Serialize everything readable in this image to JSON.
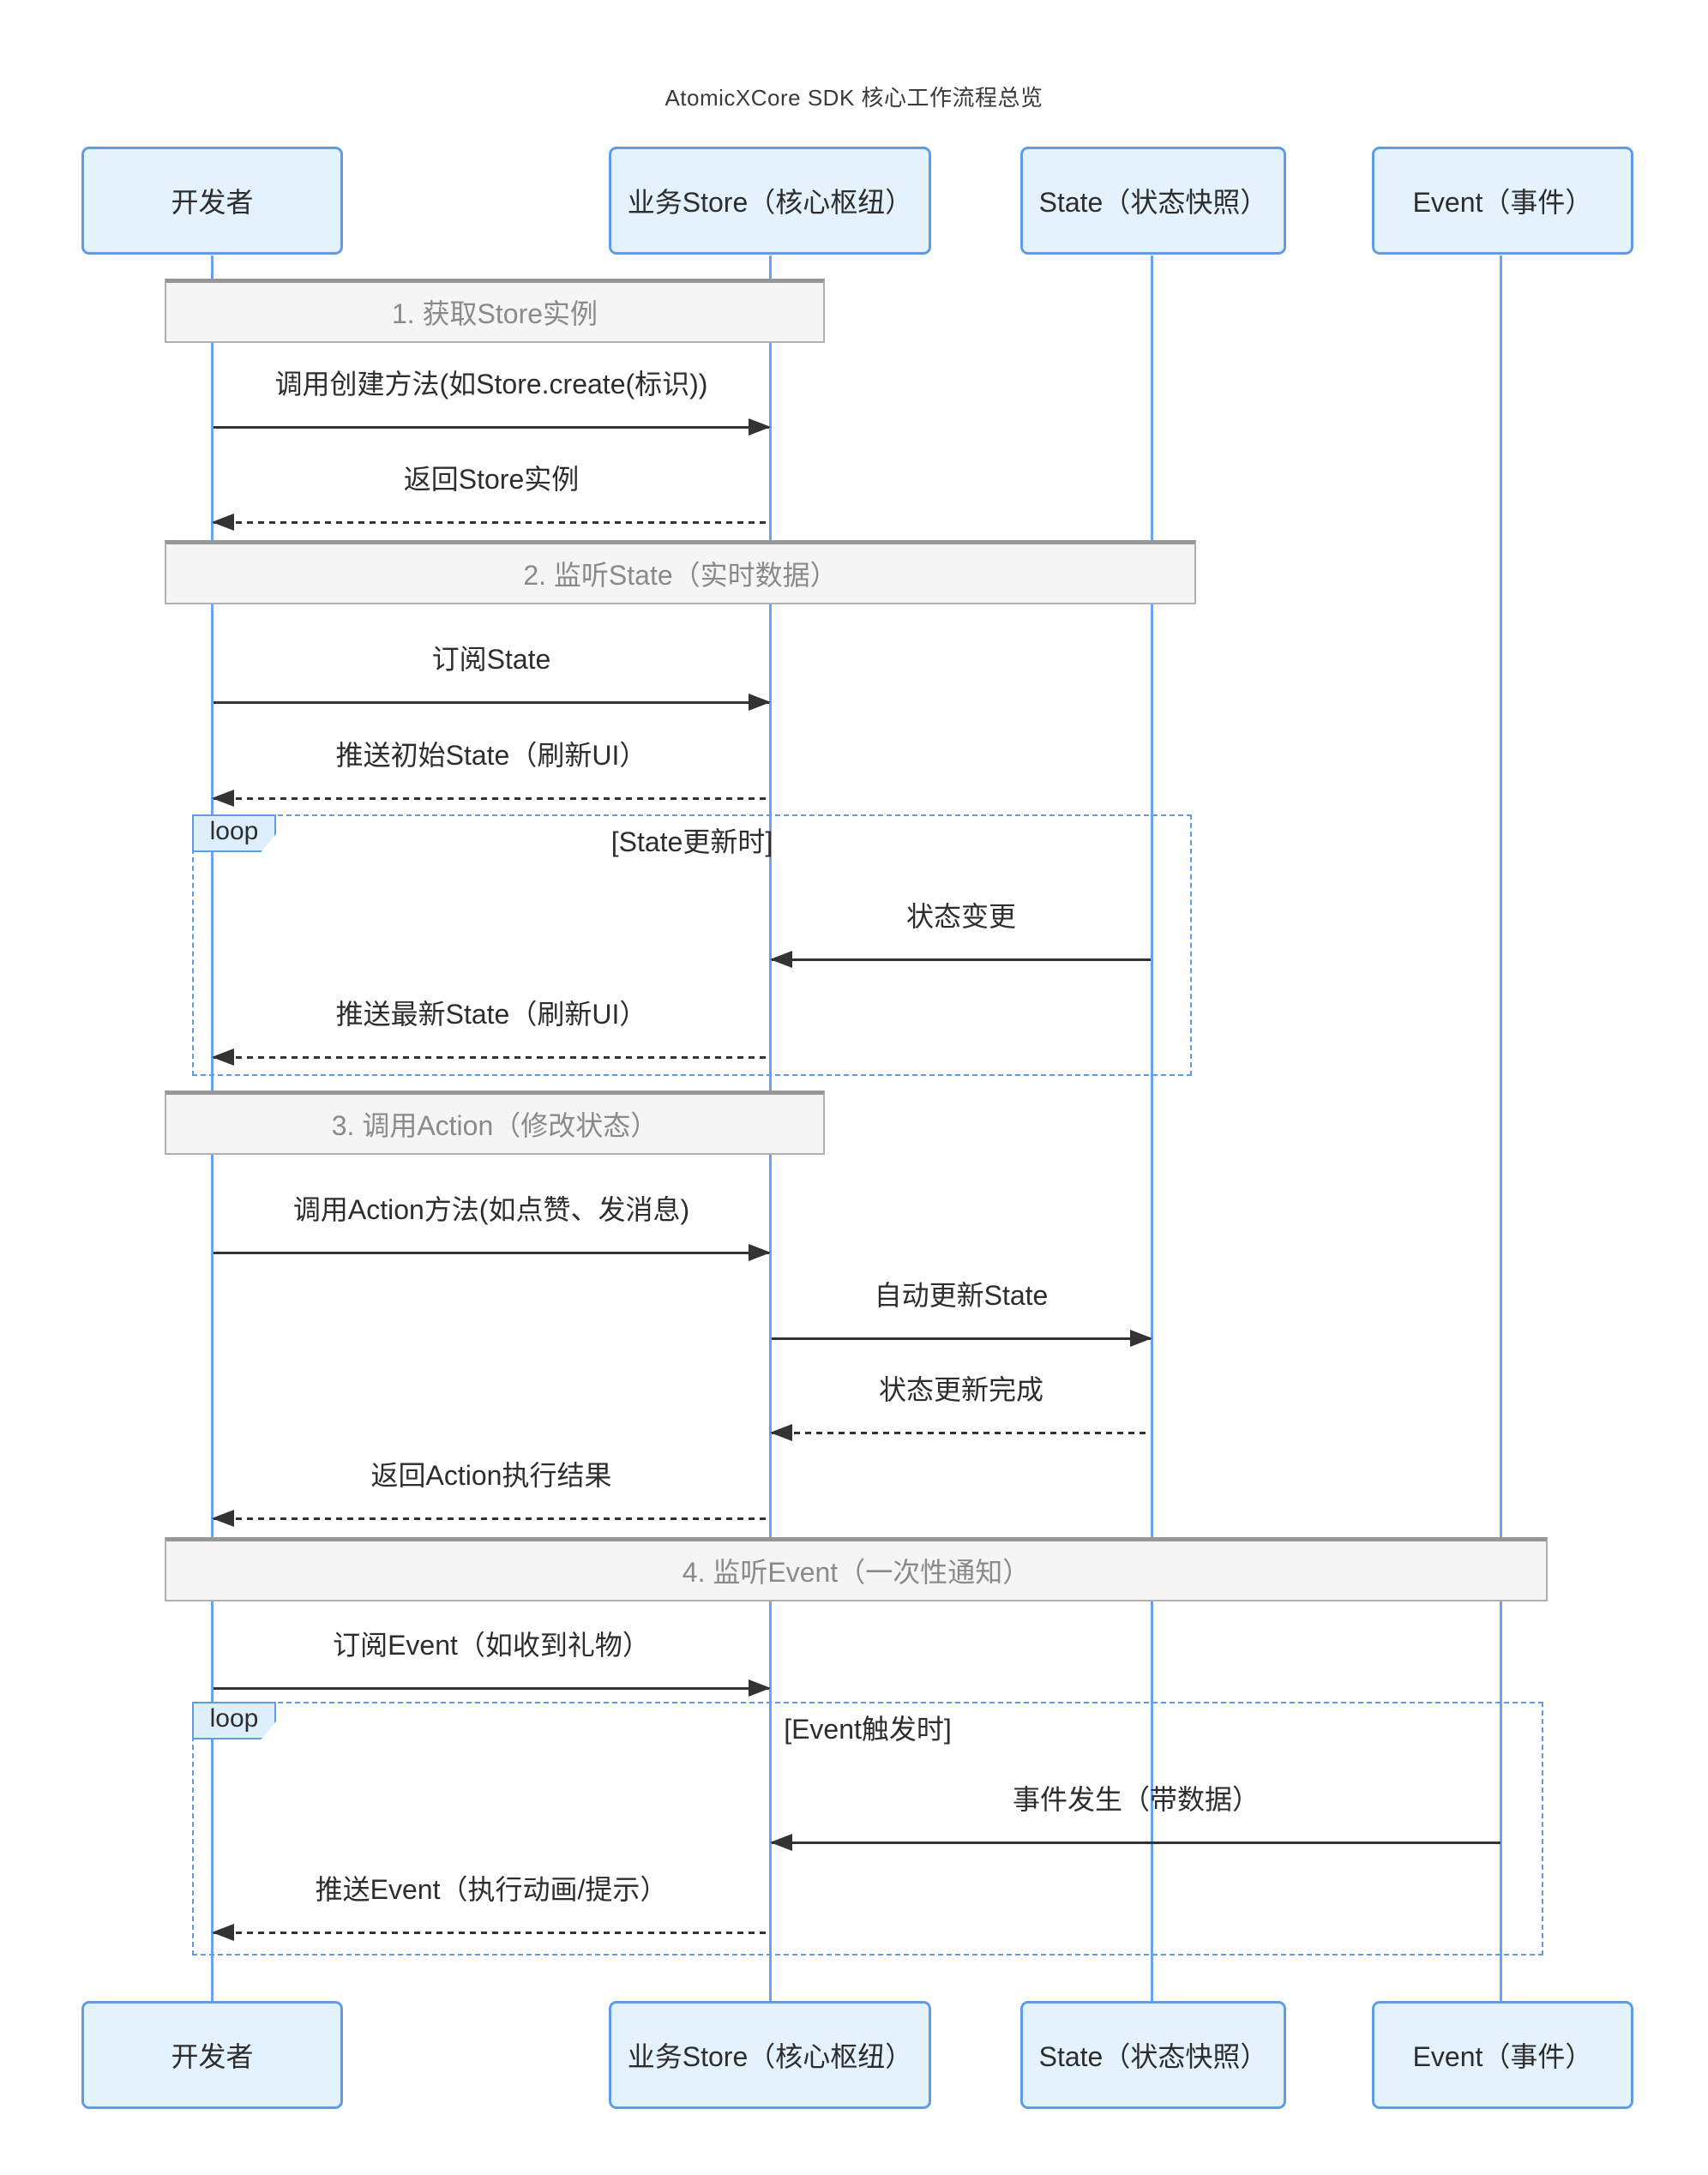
{
  "title": "AtomicXCore SDK 核心工作流程总览",
  "participants": [
    {
      "label": "开发者"
    },
    {
      "label": "业务Store（核心枢纽）"
    },
    {
      "label": "State（状态快照）"
    },
    {
      "label": "Event（事件）"
    }
  ],
  "sections": [
    {
      "label": "1. 获取Store实例"
    },
    {
      "label": "2. 监听State（实时数据）"
    },
    {
      "label": "3. 调用Action（修改状态）"
    },
    {
      "label": "4. 监听Event（一次性通知）"
    }
  ],
  "loops": [
    {
      "label": "loop",
      "condition": "[State更新时]"
    },
    {
      "label": "loop",
      "condition": "[Event触发时]"
    }
  ],
  "messages": [
    {
      "text": "调用创建方法(如Store.create(标识))",
      "from": "开发者",
      "to": "业务Store（核心枢纽）",
      "line": "solid"
    },
    {
      "text": "返回Store实例",
      "from": "业务Store（核心枢纽）",
      "to": "开发者",
      "line": "dashed"
    },
    {
      "text": "订阅State",
      "from": "开发者",
      "to": "业务Store（核心枢纽）",
      "line": "solid"
    },
    {
      "text": "推送初始State（刷新UI）",
      "from": "业务Store（核心枢纽）",
      "to": "开发者",
      "line": "dashed"
    },
    {
      "text": "状态变更",
      "from": "State（状态快照）",
      "to": "业务Store（核心枢纽）",
      "line": "solid"
    },
    {
      "text": "推送最新State（刷新UI）",
      "from": "业务Store（核心枢纽）",
      "to": "开发者",
      "line": "dashed"
    },
    {
      "text": "调用Action方法(如点赞、发消息)",
      "from": "开发者",
      "to": "业务Store（核心枢纽）",
      "line": "solid"
    },
    {
      "text": "自动更新State",
      "from": "业务Store（核心枢纽）",
      "to": "State（状态快照）",
      "line": "solid"
    },
    {
      "text": "状态更新完成",
      "from": "State（状态快照）",
      "to": "业务Store（核心枢纽）",
      "line": "dashed"
    },
    {
      "text": "返回Action执行结果",
      "from": "业务Store（核心枢纽）",
      "to": "开发者",
      "line": "dashed"
    },
    {
      "text": "订阅Event（如收到礼物）",
      "from": "开发者",
      "to": "业务Store（核心枢纽）",
      "line": "solid"
    },
    {
      "text": "事件发生（带数据）",
      "from": "Event（事件）",
      "to": "业务Store（核心枢纽）",
      "line": "solid"
    },
    {
      "text": "推送Event（执行动画/提示）",
      "from": "业务Store（核心枢纽）",
      "to": "开发者",
      "line": "dashed"
    }
  ],
  "colors": {
    "participant_fill": "#E4F2FD",
    "participant_border": "#5E9CE8",
    "lifeline": "#6CA0F0",
    "arrow": "#333333",
    "section_fill": "#F5F5F5",
    "section_border": "#B0B0B0",
    "section_topline": "#979797",
    "section_text": "#8A8A8A",
    "loop_border": "#5E9CE8",
    "loop_tab_fill": "#DDEEFC"
  }
}
